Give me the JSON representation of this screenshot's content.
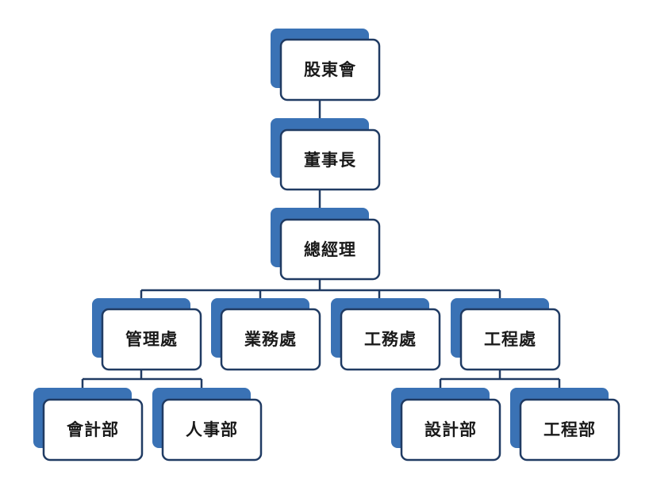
{
  "colors": {
    "accent": "#3a72b5",
    "border": "#203b63",
    "line": "#203b63",
    "box_fill": "#ffffff",
    "text": "#1a1a1a"
  },
  "nodes": {
    "shareholders": "股東會",
    "chairman": "董事長",
    "general_manager": "總經理",
    "management_office": "管理處",
    "business_office": "業務處",
    "engineering_affairs_office": "工務處",
    "engineering_process_office": "工程處",
    "accounting_dept": "會計部",
    "hr_dept": "人事部",
    "design_dept": "設計部",
    "engineering_dept": "工程部"
  },
  "edges": [
    [
      "shareholders",
      "chairman"
    ],
    [
      "chairman",
      "general_manager"
    ],
    [
      "general_manager",
      "management_office"
    ],
    [
      "general_manager",
      "business_office"
    ],
    [
      "general_manager",
      "engineering_affairs_office"
    ],
    [
      "general_manager",
      "engineering_process_office"
    ],
    [
      "management_office",
      "accounting_dept"
    ],
    [
      "management_office",
      "hr_dept"
    ],
    [
      "engineering_process_office",
      "design_dept"
    ],
    [
      "engineering_process_office",
      "engineering_dept"
    ]
  ]
}
